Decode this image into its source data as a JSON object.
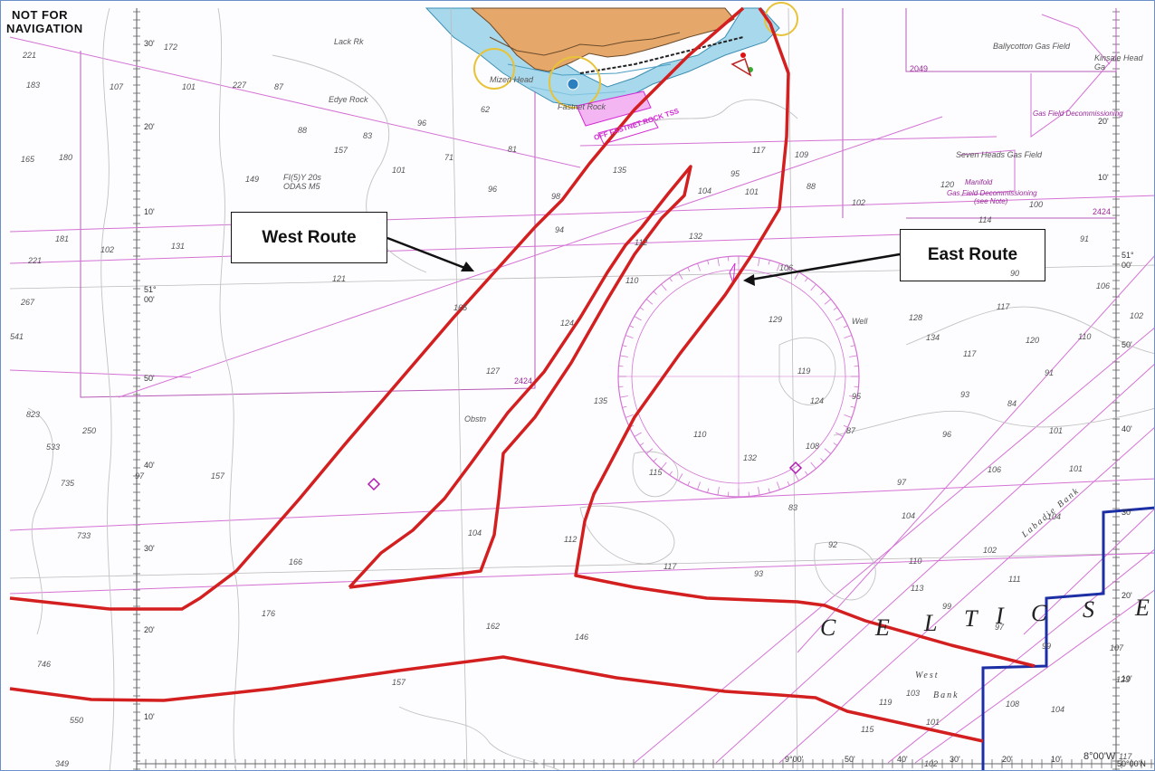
{
  "notice": {
    "line1": "NOT FOR",
    "line2": "NAVIGATION"
  },
  "callouts": {
    "west": "West Route",
    "east": "East Route"
  },
  "sea_name": {
    "letters": [
      "C",
      "E",
      "L",
      "T",
      "I",
      "C",
      "S",
      "E"
    ]
  },
  "bank_labels": {
    "labadie": "Labadie Bank",
    "west": "West",
    "bank": "Bank"
  },
  "place_labels": {
    "mizen_head": "Mizen Head",
    "fastnet_rock": "Fastnet Rock",
    "fastnet_tss": "OFF FASTNET ROCK TSS",
    "lack_rk": "Lack Rk",
    "edye_rock": "Edye Rock",
    "ballycotton": "Ballycotton Gas Field",
    "kinsale": "Kinsale Head Ga",
    "seven_heads": "Seven Heads Gas Field",
    "gas_decom1": "Gas Field Decommissioning",
    "gas_decom2": "(see Note)",
    "manifold": "Manifold",
    "obstn": "Obstn",
    "well": "Well",
    "buoy": "FI(5)Y 20s ODAS M5"
  },
  "panel_numbers": [
    "2049",
    "2424",
    "2424"
  ],
  "lat_labels": [
    "30'",
    "20'",
    "10'",
    "51°",
    "00'",
    "50'",
    "40'",
    "30'",
    "20'",
    "10'"
  ],
  "lon_labels": [
    "9°00'",
    "50'",
    "40'",
    "30'",
    "20'",
    "10'",
    "8°00'W",
    "50°00'N"
  ],
  "right_lat_labels": [
    "20'",
    "10'",
    "51°",
    "00'",
    "50'",
    "40'",
    "30'",
    "20'",
    "10'"
  ],
  "soundings": [
    "221",
    "183",
    "165",
    "180",
    "181",
    "221",
    "267",
    "541",
    "823",
    "250",
    "533",
    "735",
    "733",
    "746",
    "550",
    "349",
    "172",
    "227",
    "157",
    "149",
    "131",
    "157",
    "166",
    "176",
    "162",
    "146",
    "157",
    "121",
    "110",
    "124",
    "165",
    "127",
    "135",
    "104",
    "112",
    "117",
    "115",
    "106",
    "110",
    "119",
    "132",
    "108",
    "124",
    "129",
    "128",
    "134",
    "117",
    "93",
    "84",
    "91",
    "101",
    "110",
    "102",
    "106",
    "117",
    "120",
    "104",
    "102",
    "111",
    "110",
    "113",
    "99",
    "97",
    "99",
    "103",
    "101",
    "102",
    "115",
    "119",
    "108",
    "104",
    "123",
    "117",
    "107",
    "101",
    "104",
    "106",
    "96",
    "95",
    "87",
    "83",
    "93",
    "92",
    "97",
    "90",
    "91",
    "100",
    "114",
    "120",
    "102",
    "88",
    "95",
    "101",
    "109",
    "117",
    "104",
    "132",
    "112",
    "135",
    "94",
    "98",
    "96",
    "81",
    "62",
    "71",
    "96",
    "101",
    "83",
    "88",
    "87",
    "101",
    "107",
    "102",
    "97"
  ]
}
